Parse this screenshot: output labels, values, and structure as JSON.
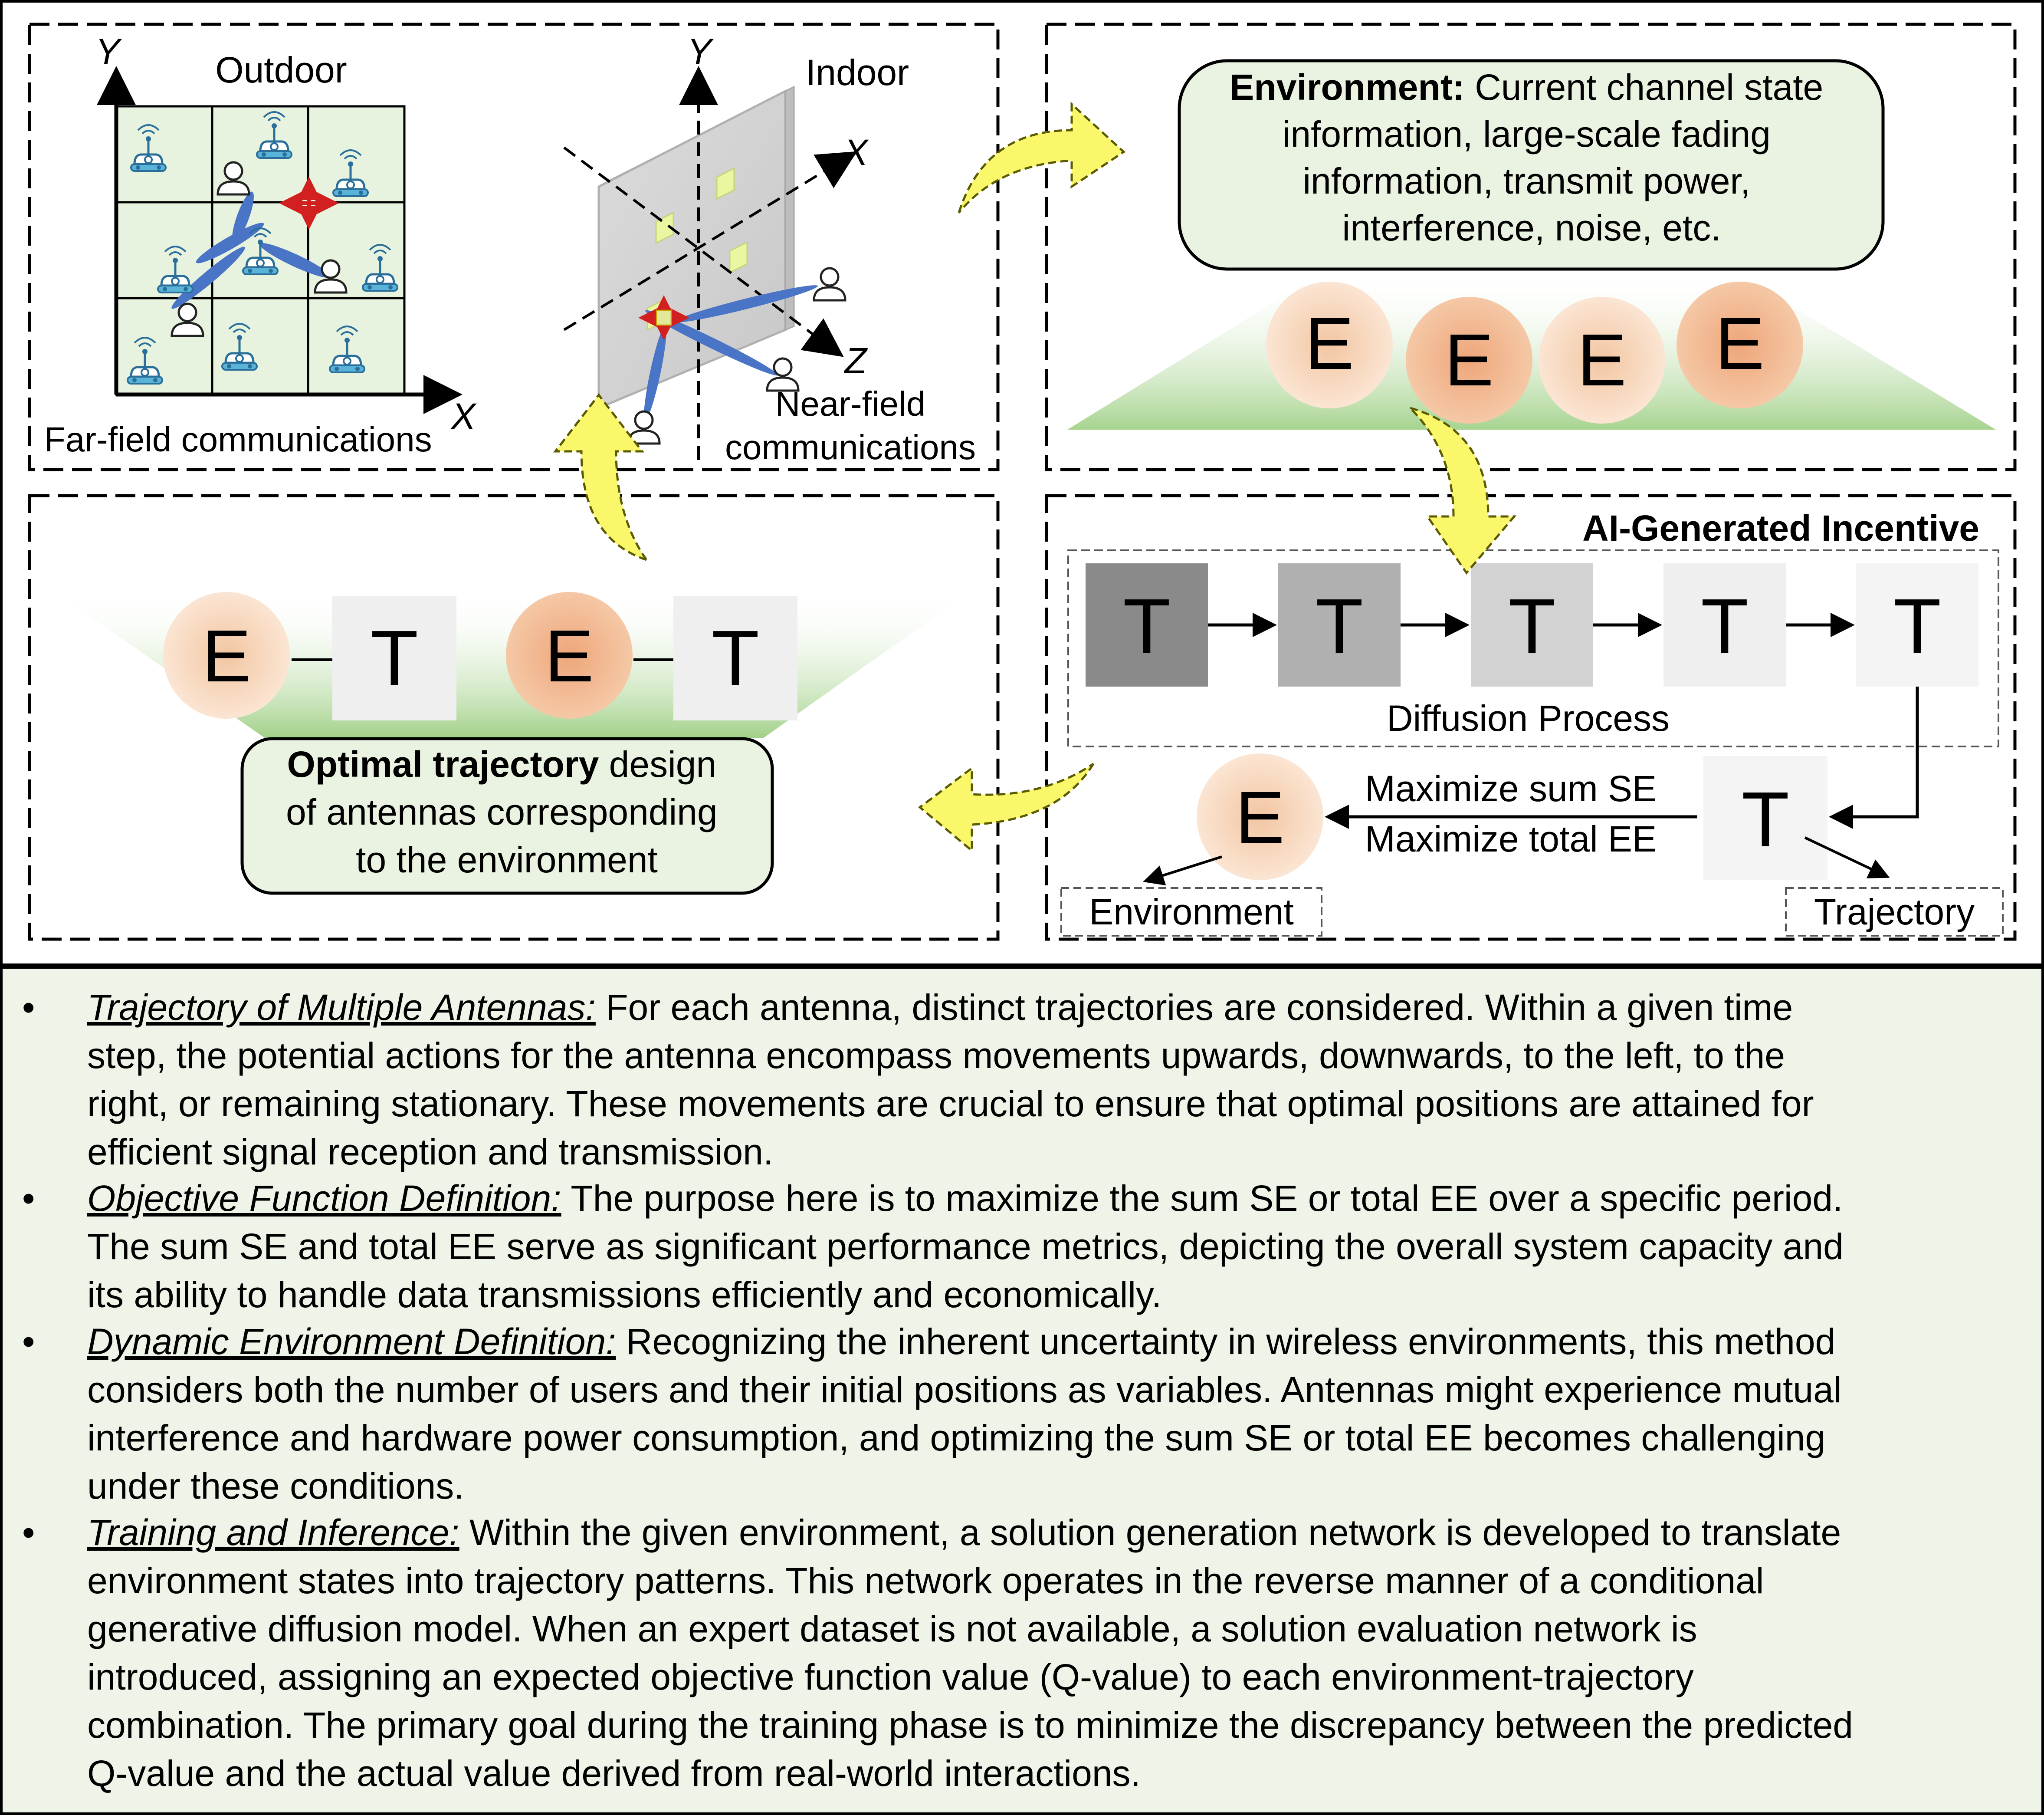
{
  "panels": {
    "antenna": {
      "outdoor_label": "Outdoor",
      "indoor_label": "Indoor",
      "axis_y": "Y",
      "axis_x": "X",
      "axis_z": "Z",
      "far_field_label": "Far-field communications",
      "near_field_label_1": "Near-field",
      "near_field_label_2": "communications"
    },
    "environment": {
      "bold": "Environment:",
      "line1": " Current channel state",
      "line2": "information, large-scale fading",
      "line3": "information, transmit power,",
      "line4": "interference, noise, etc.",
      "tokens": [
        "E",
        "E",
        "E",
        "E"
      ]
    },
    "incentive": {
      "title": "AI-Generated Incentive",
      "diffusion_tokens": [
        "T",
        "T",
        "T",
        "T",
        "T"
      ],
      "diffusion_label": "Diffusion Process",
      "output_t": "T",
      "env_e": "E",
      "max_se": "Maximize sum SE",
      "max_ee": "Maximize total EE",
      "environment_label": "Environment",
      "trajectory_label": "Trajectory"
    },
    "trajectory": {
      "tokens": [
        "E",
        "T",
        "E",
        "T"
      ],
      "bold": "Optimal trajectory",
      "line1": " design",
      "line2": "of antennas corresponding",
      "line3": "to the environment"
    }
  },
  "colors": {
    "box_green": "#eaf3e1",
    "arrow_yellow": "#faf86a",
    "arrow_red": "#d21f1f",
    "beam_blue": "#4a74c6",
    "grid_green": "#e8f3df",
    "bottom_bg": "#eef4e8"
  },
  "bullets": [
    {
      "heading": "Trajectory of Multiple Antennas:",
      "lines": [
        " For each antenna, distinct trajectories are considered. Within a given time",
        "step, the potential actions for the antenna encompass movements upwards, downwards, to the left, to the",
        "right, or remaining stationary. These movements are crucial to ensure that optimal positions are attained for",
        "efficient signal reception and transmission."
      ]
    },
    {
      "heading": "Objective Function Definition:",
      "lines": [
        " The purpose here is to maximize the sum SE or total EE over a specific period.",
        "The sum SE and total EE serve as significant performance metrics, depicting the overall system capacity and",
        "its ability to handle data transmissions efficiently and economically."
      ]
    },
    {
      "heading": "Dynamic Environment Definition:",
      "lines": [
        " Recognizing the inherent uncertainty in wireless environments, this method",
        "considers both the number of users and their initial positions as variables. Antennas might experience mutual",
        "interference and hardware power consumption, and optimizing the sum SE or total EE becomes challenging",
        "under these conditions."
      ]
    },
    {
      "heading": "Training and Inference:",
      "lines": [
        " Within the given environment, a solution generation network is developed to translate",
        "environment states into trajectory patterns. This network operates in the reverse manner of a conditional",
        "generative diffusion model. When an expert dataset is not available, a solution evaluation network is",
        "introduced, assigning an expected objective function value (Q-value) to each environment-trajectory",
        "combination. The primary goal during the training phase is to minimize the discrepancy between the predicted",
        "Q-value and the actual value derived from real-world interactions."
      ]
    }
  ]
}
